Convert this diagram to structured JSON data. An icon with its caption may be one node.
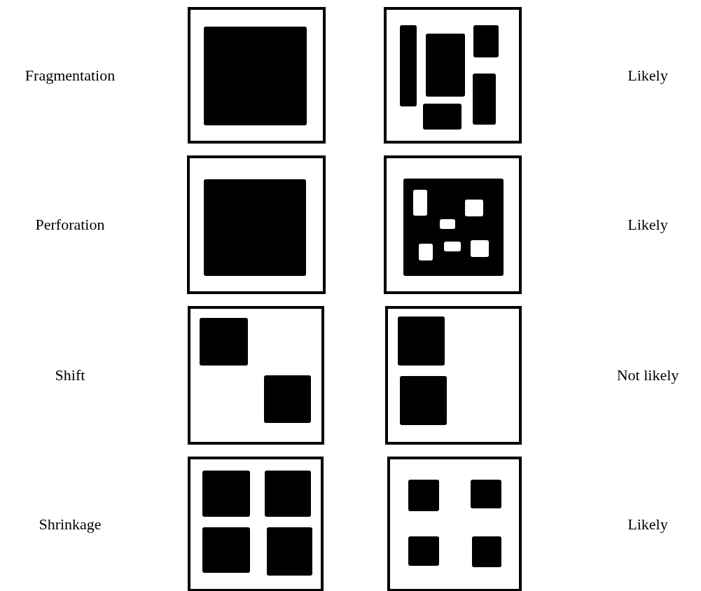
{
  "diagram": {
    "labels": [
      "Fragmentation",
      "Likely",
      "Perforation",
      "Likely",
      "Shift",
      "Not likely",
      "Shrinkage",
      "Likely"
    ]
  }
}
